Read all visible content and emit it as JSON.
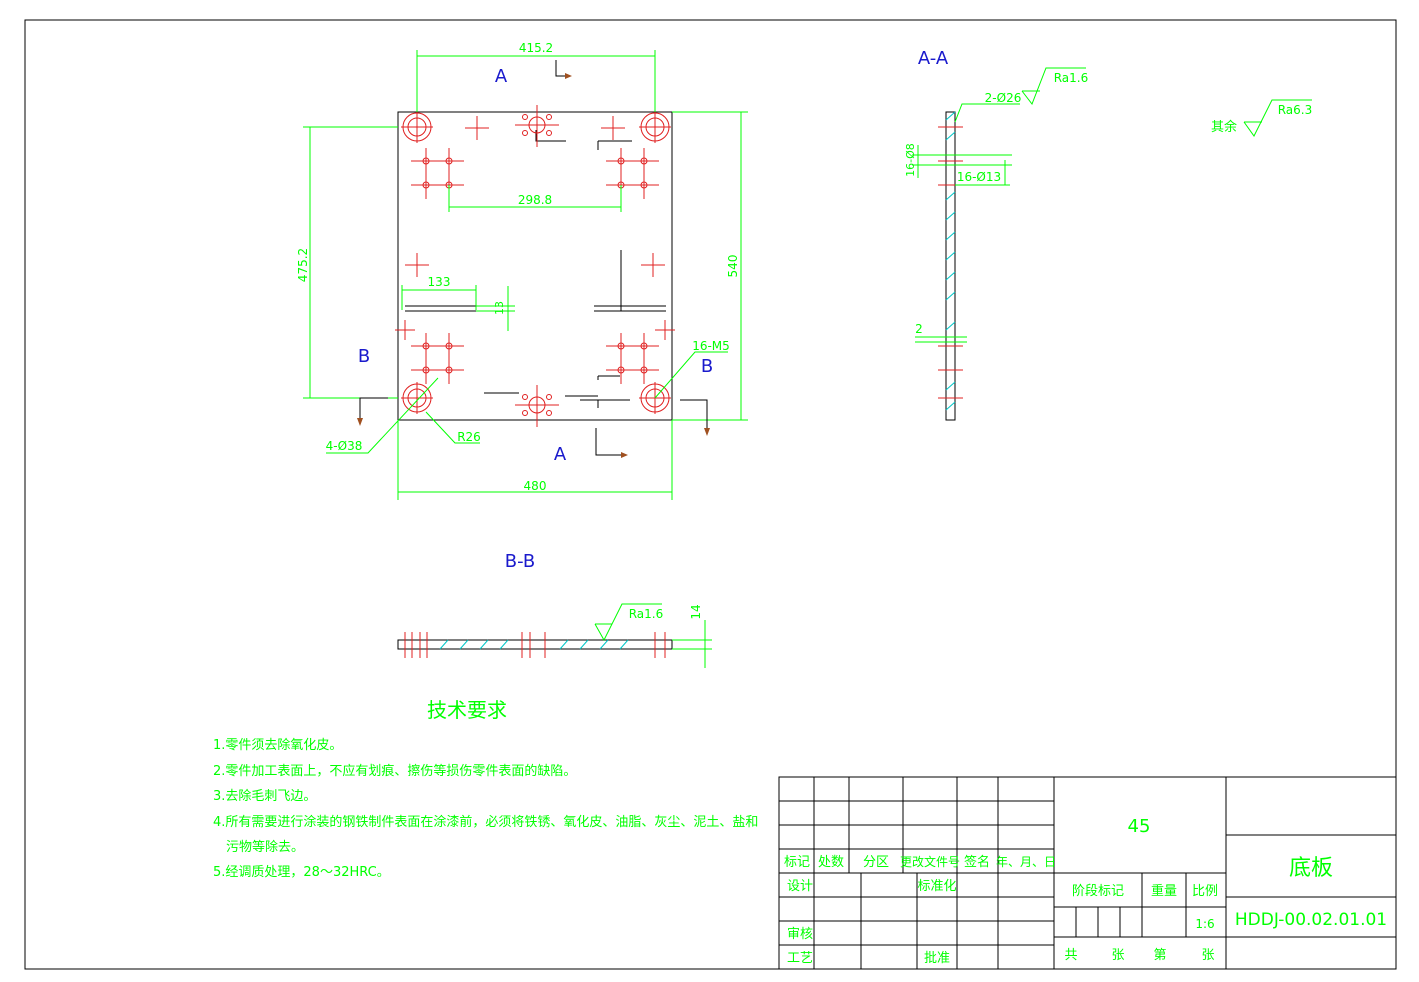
{
  "views": {
    "a_top": "A",
    "a_bottom": "A",
    "b_left": "B",
    "b_right": "B",
    "section_aa": "A-A",
    "section_bb": "B-B"
  },
  "dims": {
    "d415": "415.2",
    "d2988": "298.8",
    "d4752": "475.2",
    "d540": "540",
    "d133": "133",
    "d13": "13",
    "d480": "480",
    "m5": "16-M5",
    "hole38": "4-Ø38",
    "r26": "R26",
    "hole26": "2-Ø26",
    "hole13": "16-Ø13",
    "hole8": "16-Ø8",
    "d2": "2",
    "d14": "14"
  },
  "roughness": {
    "ra16_aa": "Ra1.6",
    "ra16_bb": "Ra1.6",
    "rest_label": "其余",
    "ra63": "Ra6.3"
  },
  "notes": {
    "title": "技术要求",
    "items": [
      "1.零件须去除氧化皮。",
      "2.零件加工表面上，不应有划痕、擦伤等损伤零件表面的缺陷。",
      "3.去除毛刺飞边。",
      "4.所有需要进行涂装的钢铁制件表面在涂漆前，必须将铁锈、氧化皮、油脂、灰尘、泥土、盐和",
      "污物等除去。",
      "5.经调质处理，28～32HRC。"
    ]
  },
  "title_block": {
    "material": "45",
    "part_name": "底板",
    "drawing_no": "HDDJ-00.02.01.01",
    "scale": "1:6",
    "rev_headers": [
      "标记",
      "处数",
      "分区",
      "更改文件号",
      "签名",
      "年、月、日"
    ],
    "design": "设计",
    "standard": "标准化",
    "review": "审核",
    "process": "工艺",
    "approve": "批准",
    "stage": "阶段标记",
    "weight": "重量",
    "ratio": "比例",
    "total": "共",
    "sheet1": "张",
    "no": "第",
    "sheet2": "张"
  },
  "colors": {
    "dimension": "#00ff00",
    "centerline": "#e02020",
    "view_label": "#1a1acc",
    "outline": "#000000"
  }
}
